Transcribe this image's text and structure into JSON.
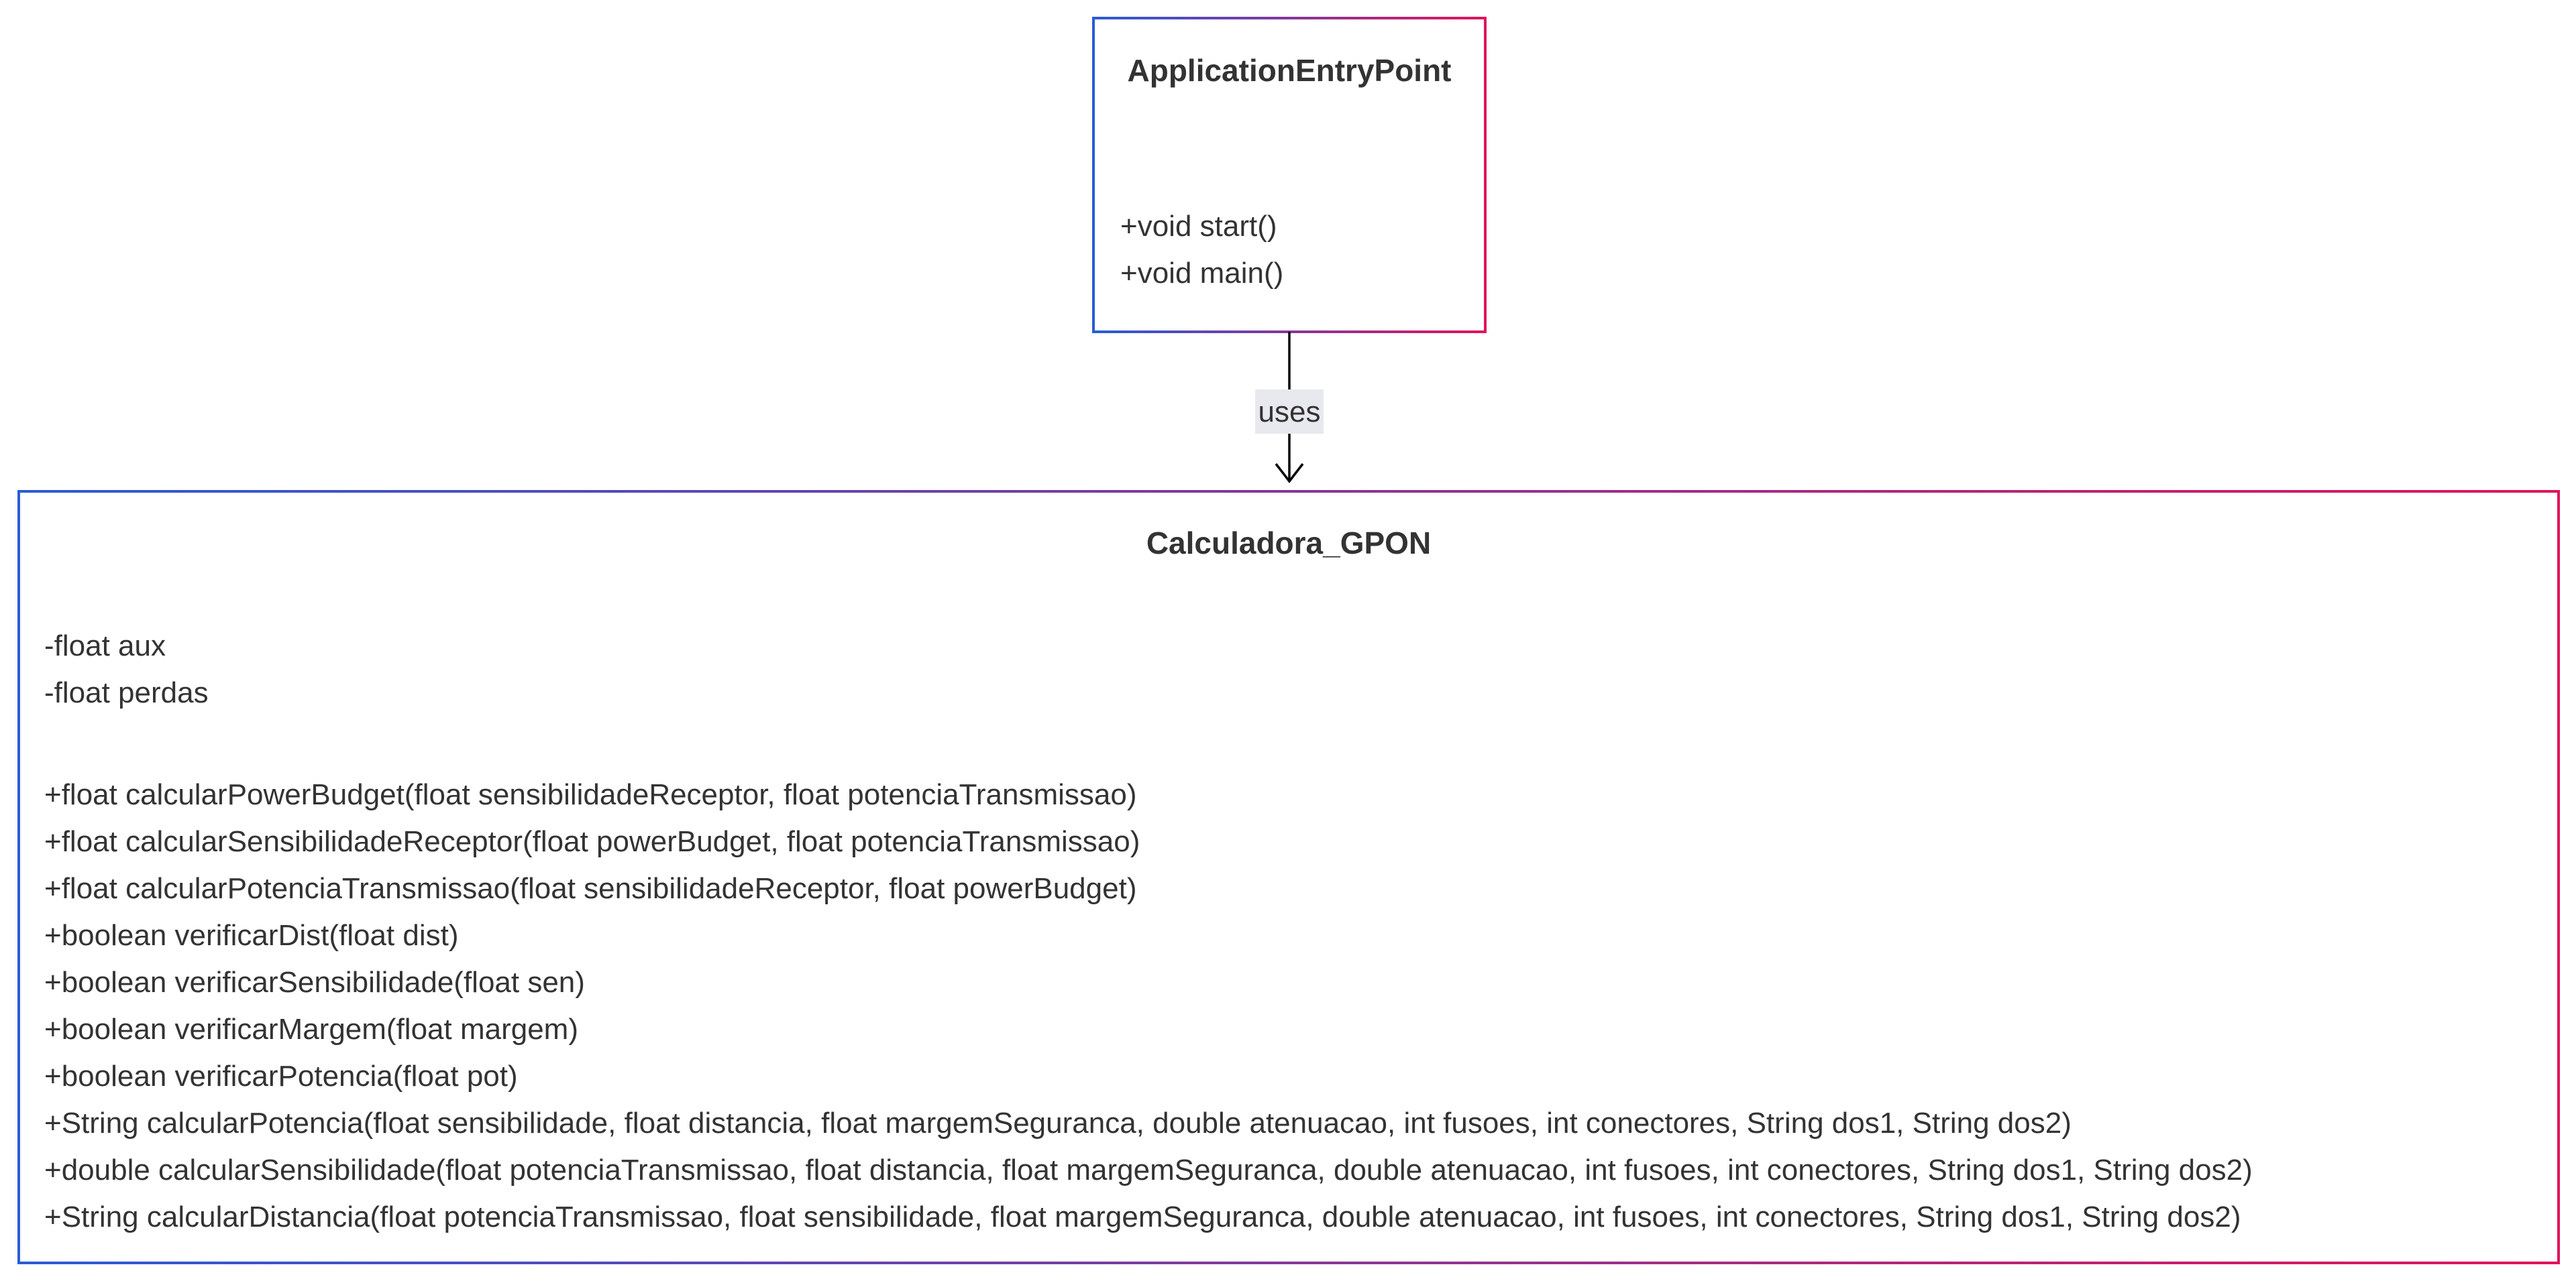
{
  "diagram": {
    "type": "uml-class-diagram",
    "colors": {
      "border_start": "#2a5bd7",
      "border_end": "#e0145a",
      "text": "#333333",
      "edge": "#000000",
      "edge_label_bg": "#e8e8ef"
    },
    "classes": [
      {
        "id": "ApplicationEntryPoint",
        "name": "ApplicationEntryPoint",
        "attributes": [],
        "methods": [
          "+void start()",
          "+void main()"
        ]
      },
      {
        "id": "Calculadora_GPON",
        "name": "Calculadora_GPON",
        "attributes": [
          "-float aux",
          "-float perdas"
        ],
        "methods": [
          "+float calcularPowerBudget(float sensibilidadeReceptor, float potenciaTransmissao)",
          "+float calcularSensibilidadeReceptor(float powerBudget, float potenciaTransmissao)",
          "+float calcularPotenciaTransmissao(float sensibilidadeReceptor, float powerBudget)",
          "+boolean verificarDist(float dist)",
          "+boolean verificarSensibilidade(float sen)",
          "+boolean verificarMargem(float margem)",
          "+boolean verificarPotencia(float pot)",
          "+String calcularPotencia(float sensibilidade, float distancia, float margemSeguranca, double atenuacao, int fusoes, int conectores, String dos1, String dos2)",
          "+double calcularSensibilidade(float potenciaTransmissao, float distancia, float margemSeguranca, double atenuacao, int fusoes, int conectores, String dos1, String dos2)",
          "+String calcularDistancia(float potenciaTransmissao, float sensibilidade, float margemSeguranca, double atenuacao, int fusoes, int conectores, String dos1, String dos2)"
        ]
      }
    ],
    "relations": [
      {
        "from": "ApplicationEntryPoint",
        "to": "Calculadora_GPON",
        "label": "uses",
        "arrow": "open-arrow"
      }
    ]
  }
}
